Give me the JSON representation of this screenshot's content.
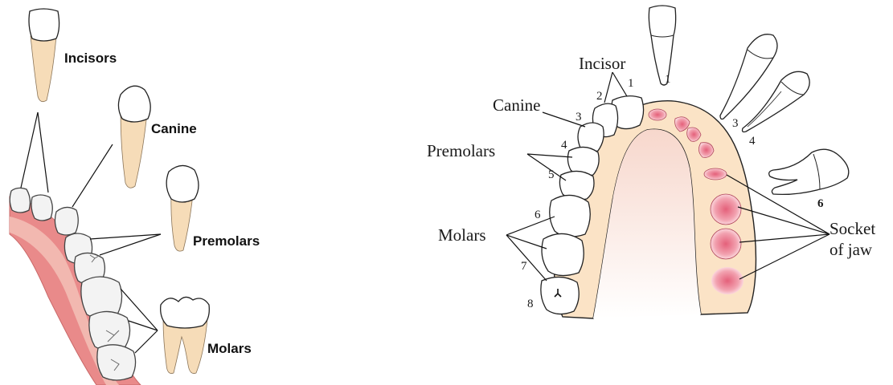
{
  "left_diagram": {
    "labels": {
      "incisors": "Incisors",
      "canine": "Canine",
      "premolars": "Premolars",
      "molars": "Molars"
    }
  },
  "right_diagram": {
    "labels": {
      "incisor": "Incisor",
      "canine": "Canine",
      "premolars": "Premolars",
      "molars": "Molars",
      "socket_line1": "Socket",
      "socket_line2": "of jaw"
    },
    "tooth_numbers": [
      "1",
      "2",
      "3",
      "4",
      "5",
      "6",
      "7",
      "8"
    ],
    "extracted_numbers": [
      "1",
      "3",
      "4",
      "6"
    ]
  },
  "colors": {
    "gum": "#e98a8a",
    "gum_inner": "#f2b8b0",
    "jaw": "#fbe3c6",
    "root": "#f6dcb8",
    "socket": "#e4607a"
  }
}
